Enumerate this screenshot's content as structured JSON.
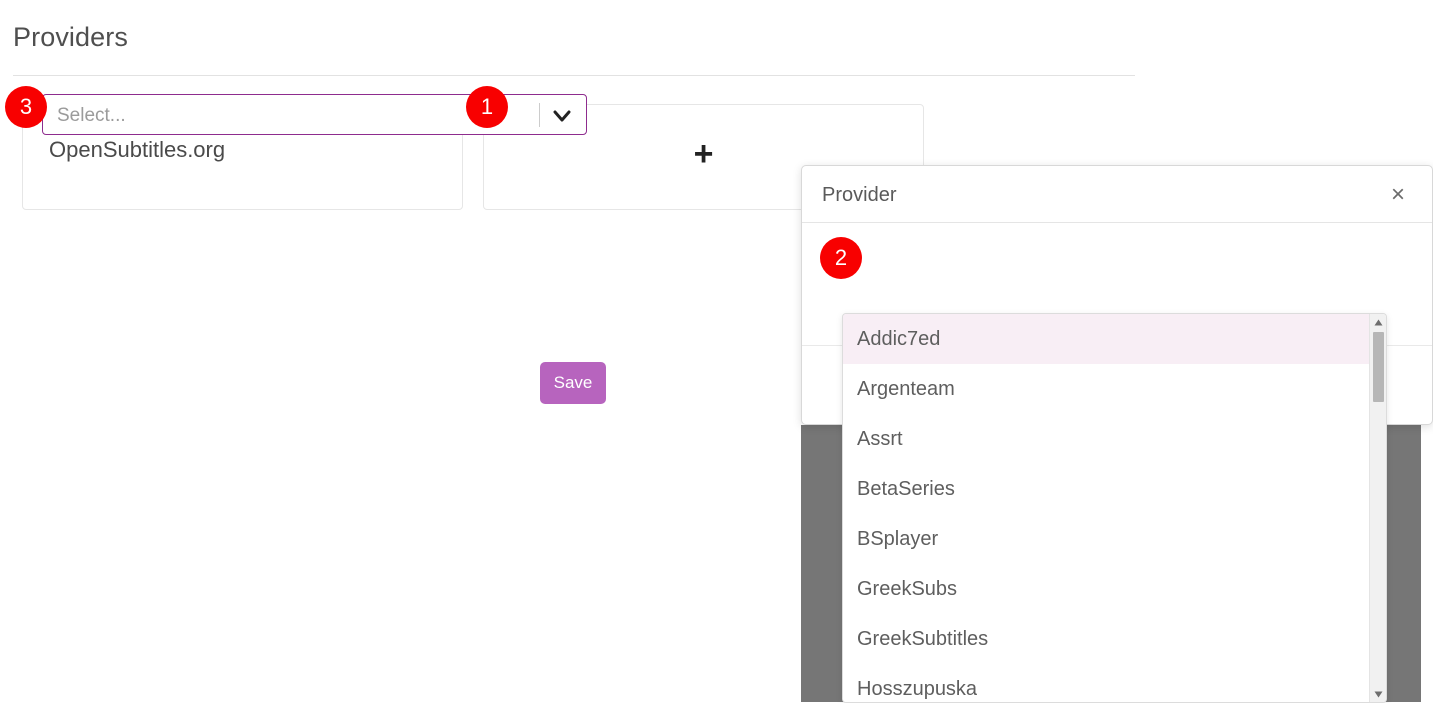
{
  "page": {
    "title": "Providers"
  },
  "providers": {
    "cards": [
      {
        "label": "OpenSubtitles.org",
        "type": "provider"
      },
      {
        "label": "+",
        "type": "add",
        "icon": "plus-icon"
      }
    ]
  },
  "modal": {
    "title": "Provider",
    "close_icon": "close-icon",
    "close_label": "×",
    "select": {
      "placeholder": "Select...",
      "value": "",
      "arrow_icon": "chevron-down-icon",
      "border_color": "#8e2c8e"
    },
    "submit_label": "Save",
    "submit_color": "#b764be"
  },
  "dropdown": {
    "highlighted_index": 0,
    "highlight_color": "#f8eef5",
    "scrollbar": {
      "up_icon": "scroll-up-arrow-icon",
      "down_icon": "scroll-down-arrow-icon"
    },
    "options": [
      "Addic7ed",
      "Argenteam",
      "Assrt",
      "BetaSeries",
      "BSplayer",
      "GreekSubs",
      "GreekSubtitles",
      "Hosszupuska"
    ]
  },
  "annotations": {
    "badge_color": "#f80000",
    "markers": [
      {
        "number": "1",
        "target": "add-provider-card"
      },
      {
        "number": "2",
        "target": "provider-select"
      },
      {
        "number": "3",
        "target": "existing-provider-card"
      }
    ]
  }
}
